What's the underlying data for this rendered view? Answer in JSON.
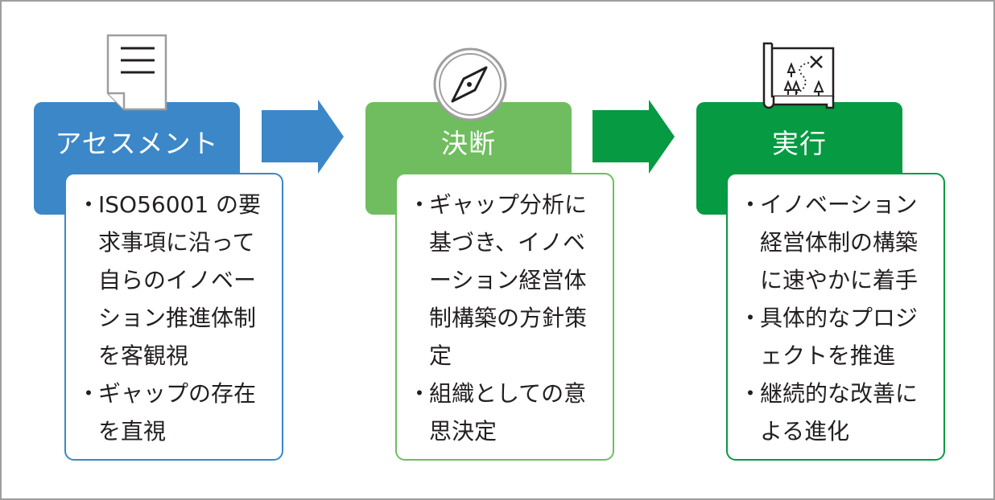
{
  "colors": {
    "assessment": "#3b87c8",
    "decision": "#6fbd5f",
    "execution": "#069a42",
    "text": "#231f20",
    "frame": "#9e9e9e"
  },
  "steps": [
    {
      "title": "アセスメント",
      "icon": "document-icon",
      "bullets": [
        "ISO56001 の要求事項に沿って自らのイノベーション推進体制を客観視",
        "ギャップの存在を直視"
      ]
    },
    {
      "title": "決断",
      "icon": "compass-icon",
      "bullets": [
        "ギャップ分析に基づき、イノベーション経営体制構築の方針策定",
        "組織としての意思決定"
      ]
    },
    {
      "title": "実行",
      "icon": "treasure-map-icon",
      "bullets": [
        "イノベーション経営体制の構築に速やかに着手",
        "具体的なプロジェクトを推進",
        "継続的な改善による進化"
      ]
    }
  ],
  "bullet_marker": "・"
}
